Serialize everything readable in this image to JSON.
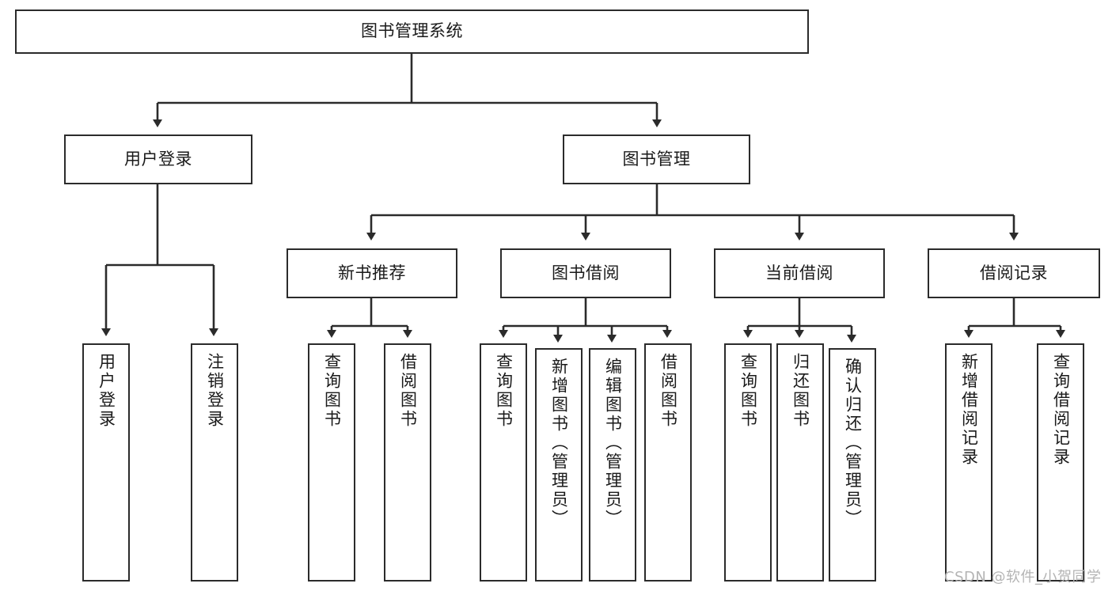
{
  "diagram": {
    "type": "hierarchy-tree",
    "title": "图书管理系统",
    "root": {
      "label": "图书管理系统"
    },
    "level2": [
      {
        "label": "用户登录"
      },
      {
        "label": "图书管理"
      }
    ],
    "level3": [
      {
        "label": "新书推荐"
      },
      {
        "label": "图书借阅"
      },
      {
        "label": "当前借阅"
      },
      {
        "label": "借阅记录"
      }
    ],
    "leaves": {
      "user_login": [
        {
          "label": "用户登录"
        },
        {
          "label": "注销登录"
        }
      ],
      "new_book_recommend": [
        {
          "label": "查询图书"
        },
        {
          "label": "借阅图书"
        }
      ],
      "book_borrow": [
        {
          "label": "查询图书"
        },
        {
          "label": "新增图书（管理员）"
        },
        {
          "label": "编辑图书（管理员）"
        },
        {
          "label": "借阅图书"
        }
      ],
      "current_borrow": [
        {
          "label": "查询图书"
        },
        {
          "label": "归还图书"
        },
        {
          "label": "确认归还（管理员）"
        }
      ],
      "borrow_record": [
        {
          "label": "新增借阅记录"
        },
        {
          "label": "查询借阅记录"
        }
      ]
    }
  },
  "watermark": {
    "text": "CSDN @软件_小贺同学"
  },
  "colors": {
    "stroke": "#2b2b2b",
    "fill": "#ffffff",
    "text": "#1a1a1a",
    "watermark": "#b4b4b4"
  }
}
